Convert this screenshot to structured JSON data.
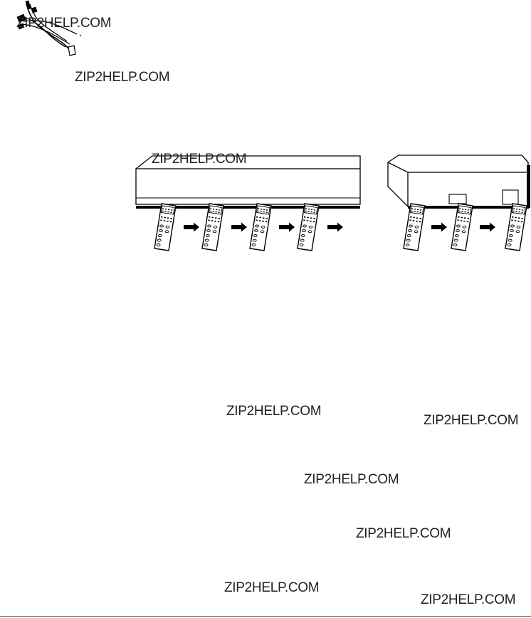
{
  "watermarks": [
    "ZIP2HELP.COM",
    "ZIP2HELP.COM",
    "ZIP2HELP.COM",
    "ZIP2HELP.COM",
    "ZIP2HELP.COM",
    "ZIP2HELP.COM",
    "ZIP2HELP.COM",
    "ZIP2HELP.COM",
    "ZIP2HELP.COM"
  ],
  "colors": {
    "ink": "#000000",
    "paper": "#ffffff",
    "watermark": "#222222"
  },
  "icons": {
    "cable": "av-cable-icon",
    "front_unit": "dvd-player-front-icon",
    "angled_unit": "dvd-player-angled-icon",
    "remote": "remote-control-icon",
    "arrow": "right-arrow-icon"
  }
}
